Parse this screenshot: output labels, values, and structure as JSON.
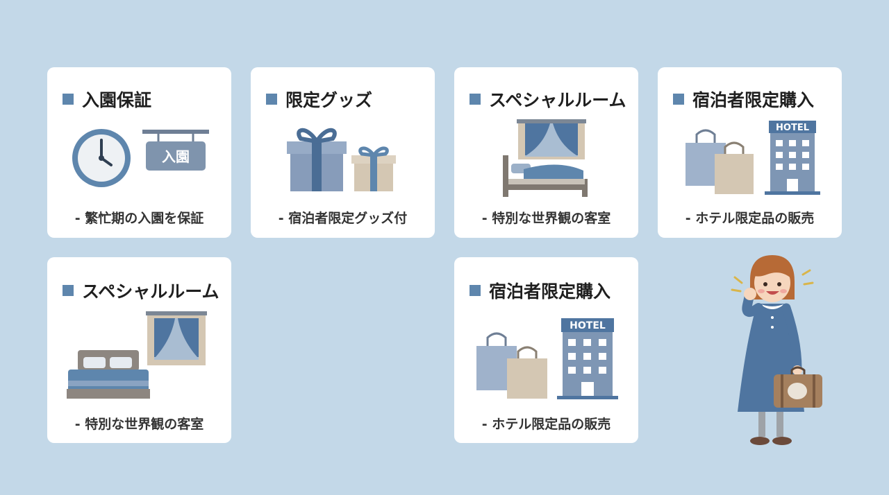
{
  "cards": [
    {
      "title": "入園保証",
      "desc": "- 繁忙期の入園を保証",
      "sign_text": "入園",
      "icons": [
        "clock-icon",
        "entry-sign-icon"
      ]
    },
    {
      "title": "限定グッズ",
      "desc": "- 宿泊者限定グッズ付",
      "icons": [
        "gift-box-icon",
        "small-gift-box-icon"
      ]
    },
    {
      "title": "スペシャルルーム",
      "desc": "- 特別な世界観の客室",
      "icons": [
        "window-curtain-icon",
        "bed-icon"
      ]
    },
    {
      "title": "宿泊者限定購入",
      "desc": "- ホテル限定品の販売",
      "hotel_sign": "HOTEL",
      "icons": [
        "shopping-bag-icon",
        "hotel-building-icon"
      ]
    },
    {
      "title": "スペシャルルーム",
      "desc": "- 特別な世界観の客室",
      "icons": [
        "bed-icon",
        "window-curtain-icon"
      ]
    },
    {
      "title": "宿泊者限定購入",
      "desc": "- ホテル限定品の販売",
      "hotel_sign": "HOTEL",
      "icons": [
        "shopping-bag-icon",
        "hotel-building-icon"
      ]
    }
  ],
  "colors": {
    "background": "#c3d8e8",
    "card": "#ffffff",
    "accent_blue": "#5e86ad",
    "beige": "#d4c7b3"
  }
}
